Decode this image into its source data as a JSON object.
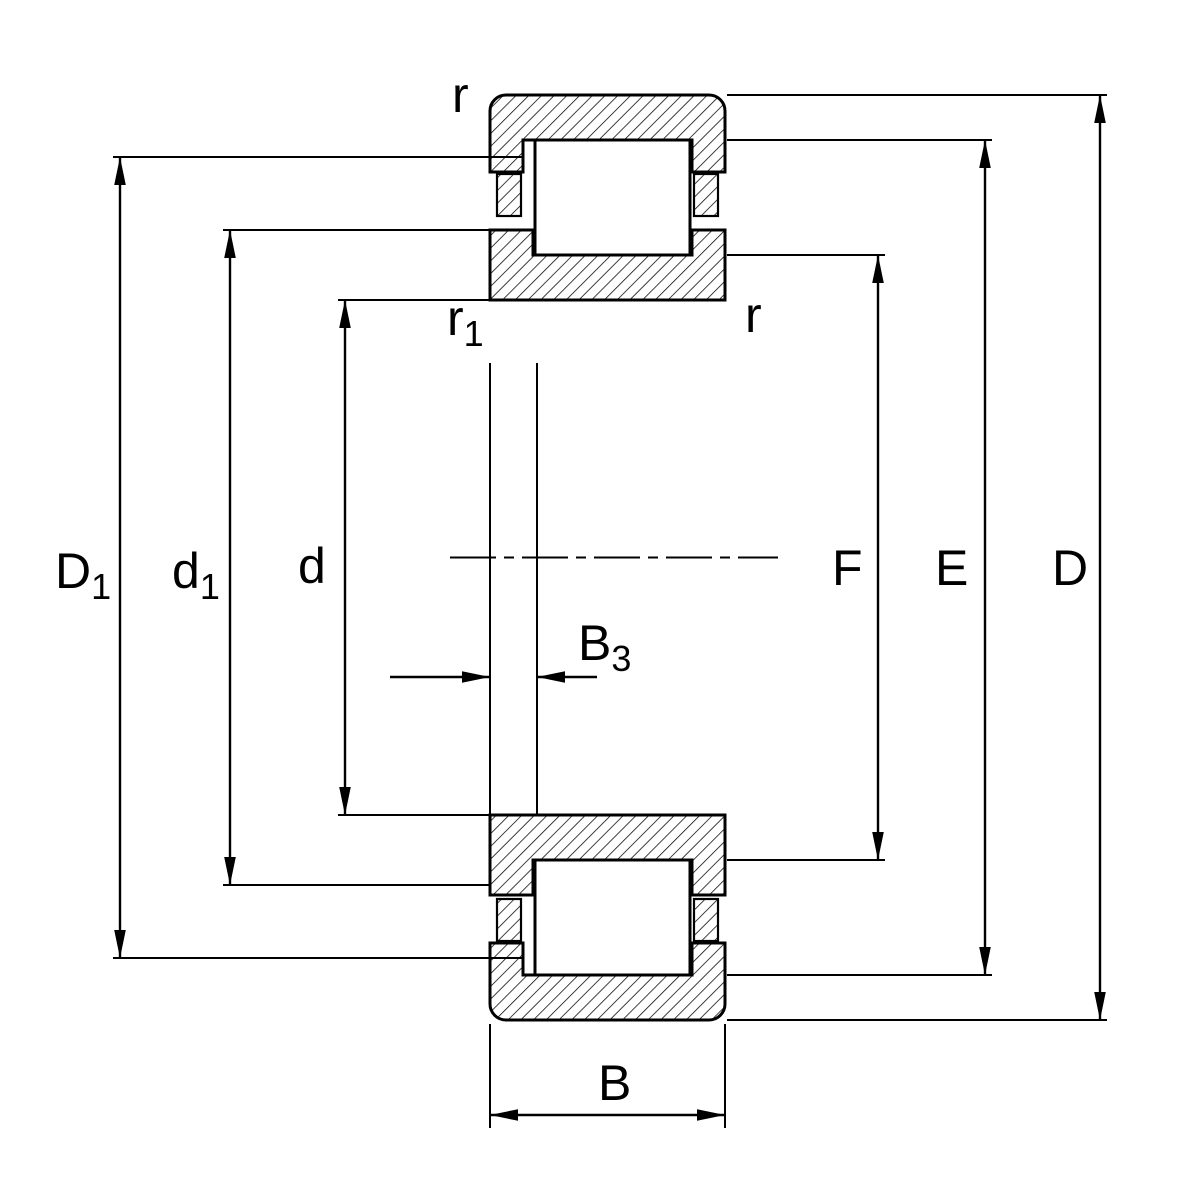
{
  "diagram": {
    "labels": {
      "r_top": {
        "main": "r",
        "sub": ""
      },
      "r1": {
        "main": "r",
        "sub": "1"
      },
      "r_right": {
        "main": "r",
        "sub": ""
      },
      "D1": {
        "main": "D",
        "sub": "1"
      },
      "d1": {
        "main": "d",
        "sub": "1"
      },
      "d": {
        "main": "d",
        "sub": ""
      },
      "B3": {
        "main": "B",
        "sub": "3"
      },
      "F": {
        "main": "F",
        "sub": ""
      },
      "E": {
        "main": "E",
        "sub": ""
      },
      "D": {
        "main": "D",
        "sub": ""
      },
      "B": {
        "main": "B",
        "sub": ""
      }
    },
    "colors": {
      "line": "#000000",
      "background": "#ffffff"
    }
  }
}
